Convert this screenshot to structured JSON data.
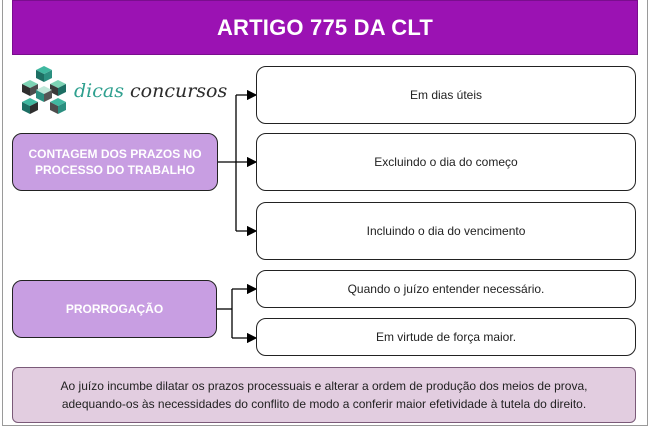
{
  "header": {
    "title": "ARTIGO 775 DA CLT"
  },
  "logo": {
    "word_one": "dicas",
    "word_two": "concursos",
    "icon": "cube-cluster-logo-icon"
  },
  "groups": [
    {
      "label": "CONTAGEM DOS PRAZOS NO PROCESSO DO TRABALHO",
      "items": [
        "Em dias úteis",
        "Excluindo o dia do começo",
        "Incluindo o dia do vencimento"
      ]
    },
    {
      "label": "PRORROGAÇÃO",
      "items": [
        "Quando o juízo entender necessário.",
        "Em virtude de força maior."
      ]
    }
  ],
  "note": "Ao juízo incumbe dilatar os prazos processuais e alterar a ordem de produção dos meios de prova, adequando-os às necessidades do conflito de modo a conferir maior efetividade à tutela do direito.",
  "colors": {
    "title_bg": "#9b12b3",
    "category_bg": "#c89ee2",
    "note_bg": "#e2cde0"
  }
}
